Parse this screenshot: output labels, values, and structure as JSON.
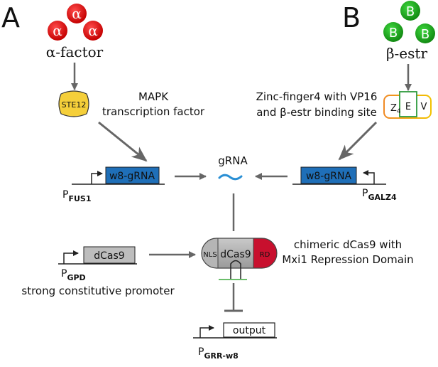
{
  "panel_a": {
    "label": "A",
    "ligand_symbol": "α",
    "ligand_name": "α-factor",
    "receptor": "STE12",
    "receptor_desc_1": "MAPK",
    "receptor_desc_2": "transcription factor",
    "promoter": "P",
    "promoter_sub": "FUS1",
    "grna_gene": "w8-gRNA"
  },
  "panel_b": {
    "label": "B",
    "ligand_symbol": "B",
    "ligand_name": "β-estr",
    "tf_desc_1": "Zinc-finger4 with VP16",
    "tf_desc_2": "and β-estr binding site",
    "tf_parts": {
      "z": "Z",
      "z_sub": "4",
      "e": "E",
      "v": "V"
    },
    "promoter": "P",
    "promoter_sub": "GALZ4",
    "grna_gene": "w8-gRNA"
  },
  "center": {
    "grna_label": "gRNA",
    "dcas9_gene": "dCas9",
    "promoter": "P",
    "promoter_sub": "GPD",
    "promoter_desc": "strong constitutive promoter",
    "complex_nls": "NLS",
    "complex_dcas9": "dCas9",
    "complex_rd": "RD",
    "complex_desc_1": "chimeric dCas9 with",
    "complex_desc_2": "Mxi1 Repression Domain",
    "output_gene": "output",
    "output_promoter": "P",
    "output_promoter_sub": "GRR-w8"
  },
  "colors": {
    "ligand_alpha": "#d7191c",
    "ligand_beta": "#1fa51f",
    "ste12": "#f5cf3a",
    "grna_box": "#1f6fb8",
    "dcas9_gene_box": "#bdbdbd",
    "rd": "#c8102e",
    "arrow": "#666666",
    "grna_squiggle": "#2a8fd4",
    "tf_border_left": "#f08a24",
    "tf_border_right": "#f2c200",
    "tf_e_border": "#2e9a3c"
  }
}
